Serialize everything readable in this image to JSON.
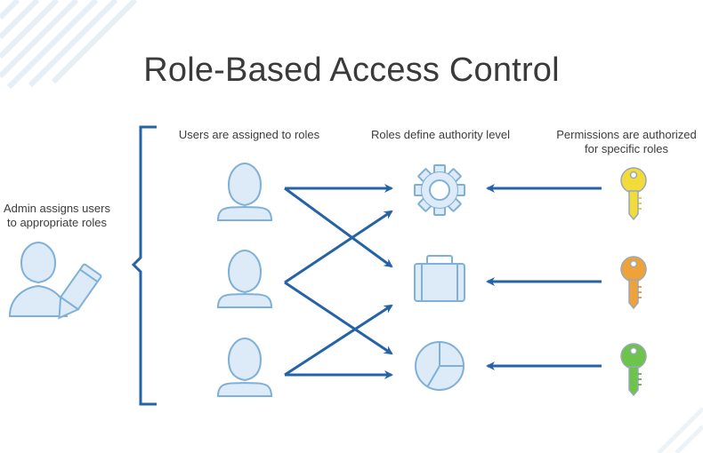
{
  "title": "Role-Based Access Control",
  "admin": {
    "label_line1": "Admin assigns users",
    "label_line2": "to appropriate roles"
  },
  "columns": {
    "users": "Users are assigned to roles",
    "roles": "Roles define authority level",
    "permissions_line1": "Permissions are authorized",
    "permissions_line2": "for specific roles"
  },
  "users": [
    {
      "icon": "user-icon"
    },
    {
      "icon": "user-icon"
    },
    {
      "icon": "user-icon"
    }
  ],
  "roles": [
    {
      "icon": "gear-icon"
    },
    {
      "icon": "briefcase-icon"
    },
    {
      "icon": "pie-chart-icon"
    }
  ],
  "permissions": [
    {
      "icon": "key-icon",
      "color": "#f2dc3c"
    },
    {
      "icon": "key-icon",
      "color": "#f0a23a"
    },
    {
      "icon": "key-icon",
      "color": "#6cc44a"
    }
  ],
  "colors": {
    "arrow": "#2563a8",
    "icon_fill": "#dcebf7",
    "icon_stroke": "#7fb0d8",
    "bracket": "#2563a8",
    "title": "#3a3a3a"
  }
}
